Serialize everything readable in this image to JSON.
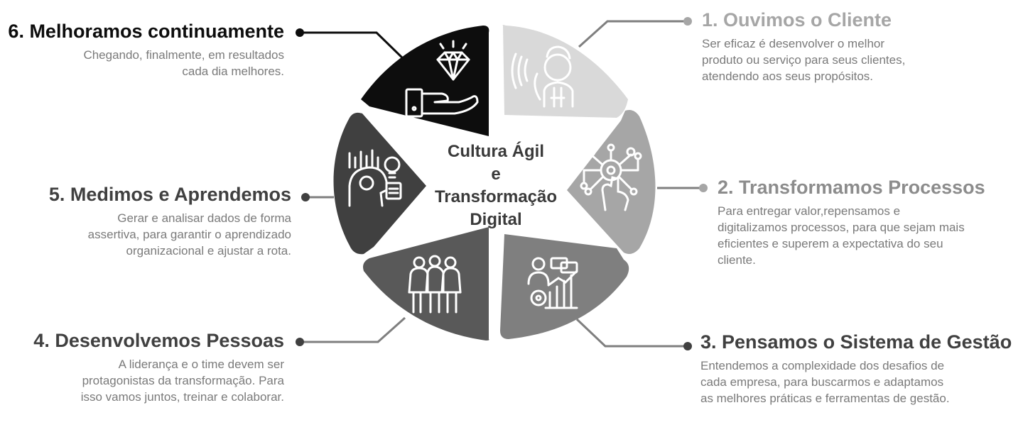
{
  "center": {
    "line1": "Cultura Ágil",
    "line2": "e",
    "line3": "Transformação",
    "line4": "Digital"
  },
  "steps": [
    {
      "title": "1. Ouvimos o Cliente",
      "desc": [
        "Ser eficaz é desenvolver o melhor",
        "produto ou serviço para seus clientes,",
        "atendendo aos seus propósitos."
      ]
    },
    {
      "title": "2. Transformamos Processos",
      "desc": [
        "Para entregar valor,repensamos e",
        "digitalizamos processos, para que sejam mais",
        "eficientes e superem a expectativa do seu",
        "cliente."
      ]
    },
    {
      "title": "3. Pensamos o Sistema de Gestão",
      "desc": [
        "Entendemos a complexidade dos desafios de",
        "cada empresa, para buscarmos e adaptamos",
        "as melhores práticas e ferramentas de gestão."
      ]
    },
    {
      "title": "4. Desenvolvemos Pessoas",
      "desc": [
        "A liderança e o time devem ser",
        "protagonistas da transformação. Para",
        "isso vamos juntos, treinar e colaborar."
      ]
    },
    {
      "title": "5. Medimos e Aprendemos",
      "desc": [
        "Gerar e analisar dados de forma",
        "assertiva, para garantir o aprendizado",
        "organizacional e ajustar a rota."
      ]
    },
    {
      "title": "6. Melhoramos continuamente",
      "desc": [
        "Chegando, finalmente, em resultados",
        "cada dia melhores."
      ]
    }
  ],
  "colors": {
    "segment1": "#d9d9d9",
    "segment2": "#a6a6a6",
    "segment3": "#7f7f7f",
    "segment4": "#595959",
    "segment5": "#404040",
    "segment6": "#0d0d0d",
    "title_step1": "#a6a6a6",
    "title_step2": "#8c8c8c",
    "title_step3": "#404040",
    "title_step4": "#404040",
    "title_step5": "#404040",
    "title_step6": "#0d0d0d",
    "connector": "#7f7f7f"
  },
  "icons": {
    "segment1": "customer-listening-icon",
    "segment2": "process-network-hand-icon",
    "segment3": "management-system-icon",
    "segment4": "team-people-icon",
    "segment5": "brain-data-idea-icon",
    "segment6": "diamond-hand-icon"
  }
}
